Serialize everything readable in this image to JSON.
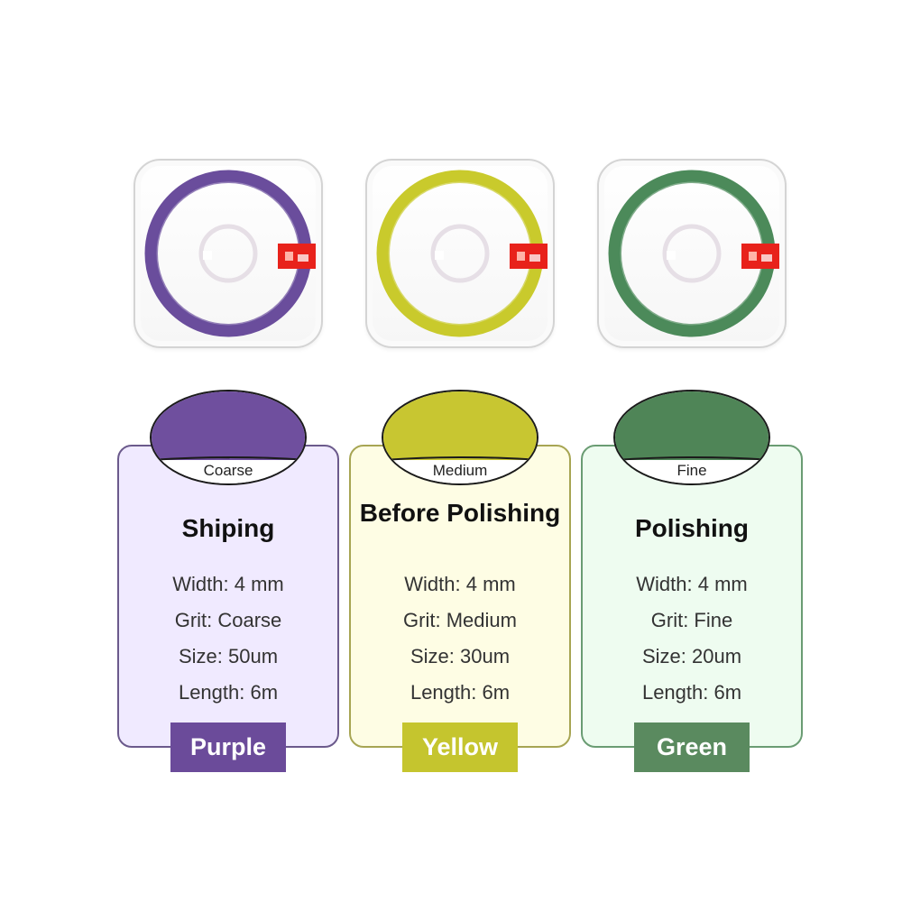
{
  "products": [
    {
      "grit_label": "Coarse",
      "use": "Shiping",
      "specs": [
        "Width: 4 mm",
        "Grit: Coarse",
        "Size: 50um",
        "Length: 6m"
      ],
      "color_name": "Purple",
      "reel_color": "#6a4d9c",
      "swatch_color": "#6f4f9e"
    },
    {
      "grit_label": "Medium",
      "use": "Before Polishing",
      "specs": [
        "Width: 4 mm",
        "Grit: Medium",
        "Size: 30um",
        "Length: 6m"
      ],
      "color_name": "Yellow",
      "reel_color": "#c9ca2c",
      "swatch_color": "#c8c631"
    },
    {
      "grit_label": "Fine",
      "use": "Polishing",
      "specs": [
        "Width: 4 mm",
        "Grit: Fine",
        "Size: 20um",
        "Length: 6m"
      ],
      "color_name": "Green",
      "reel_color": "#4c8a5a",
      "swatch_color": "#4f8557"
    }
  ]
}
